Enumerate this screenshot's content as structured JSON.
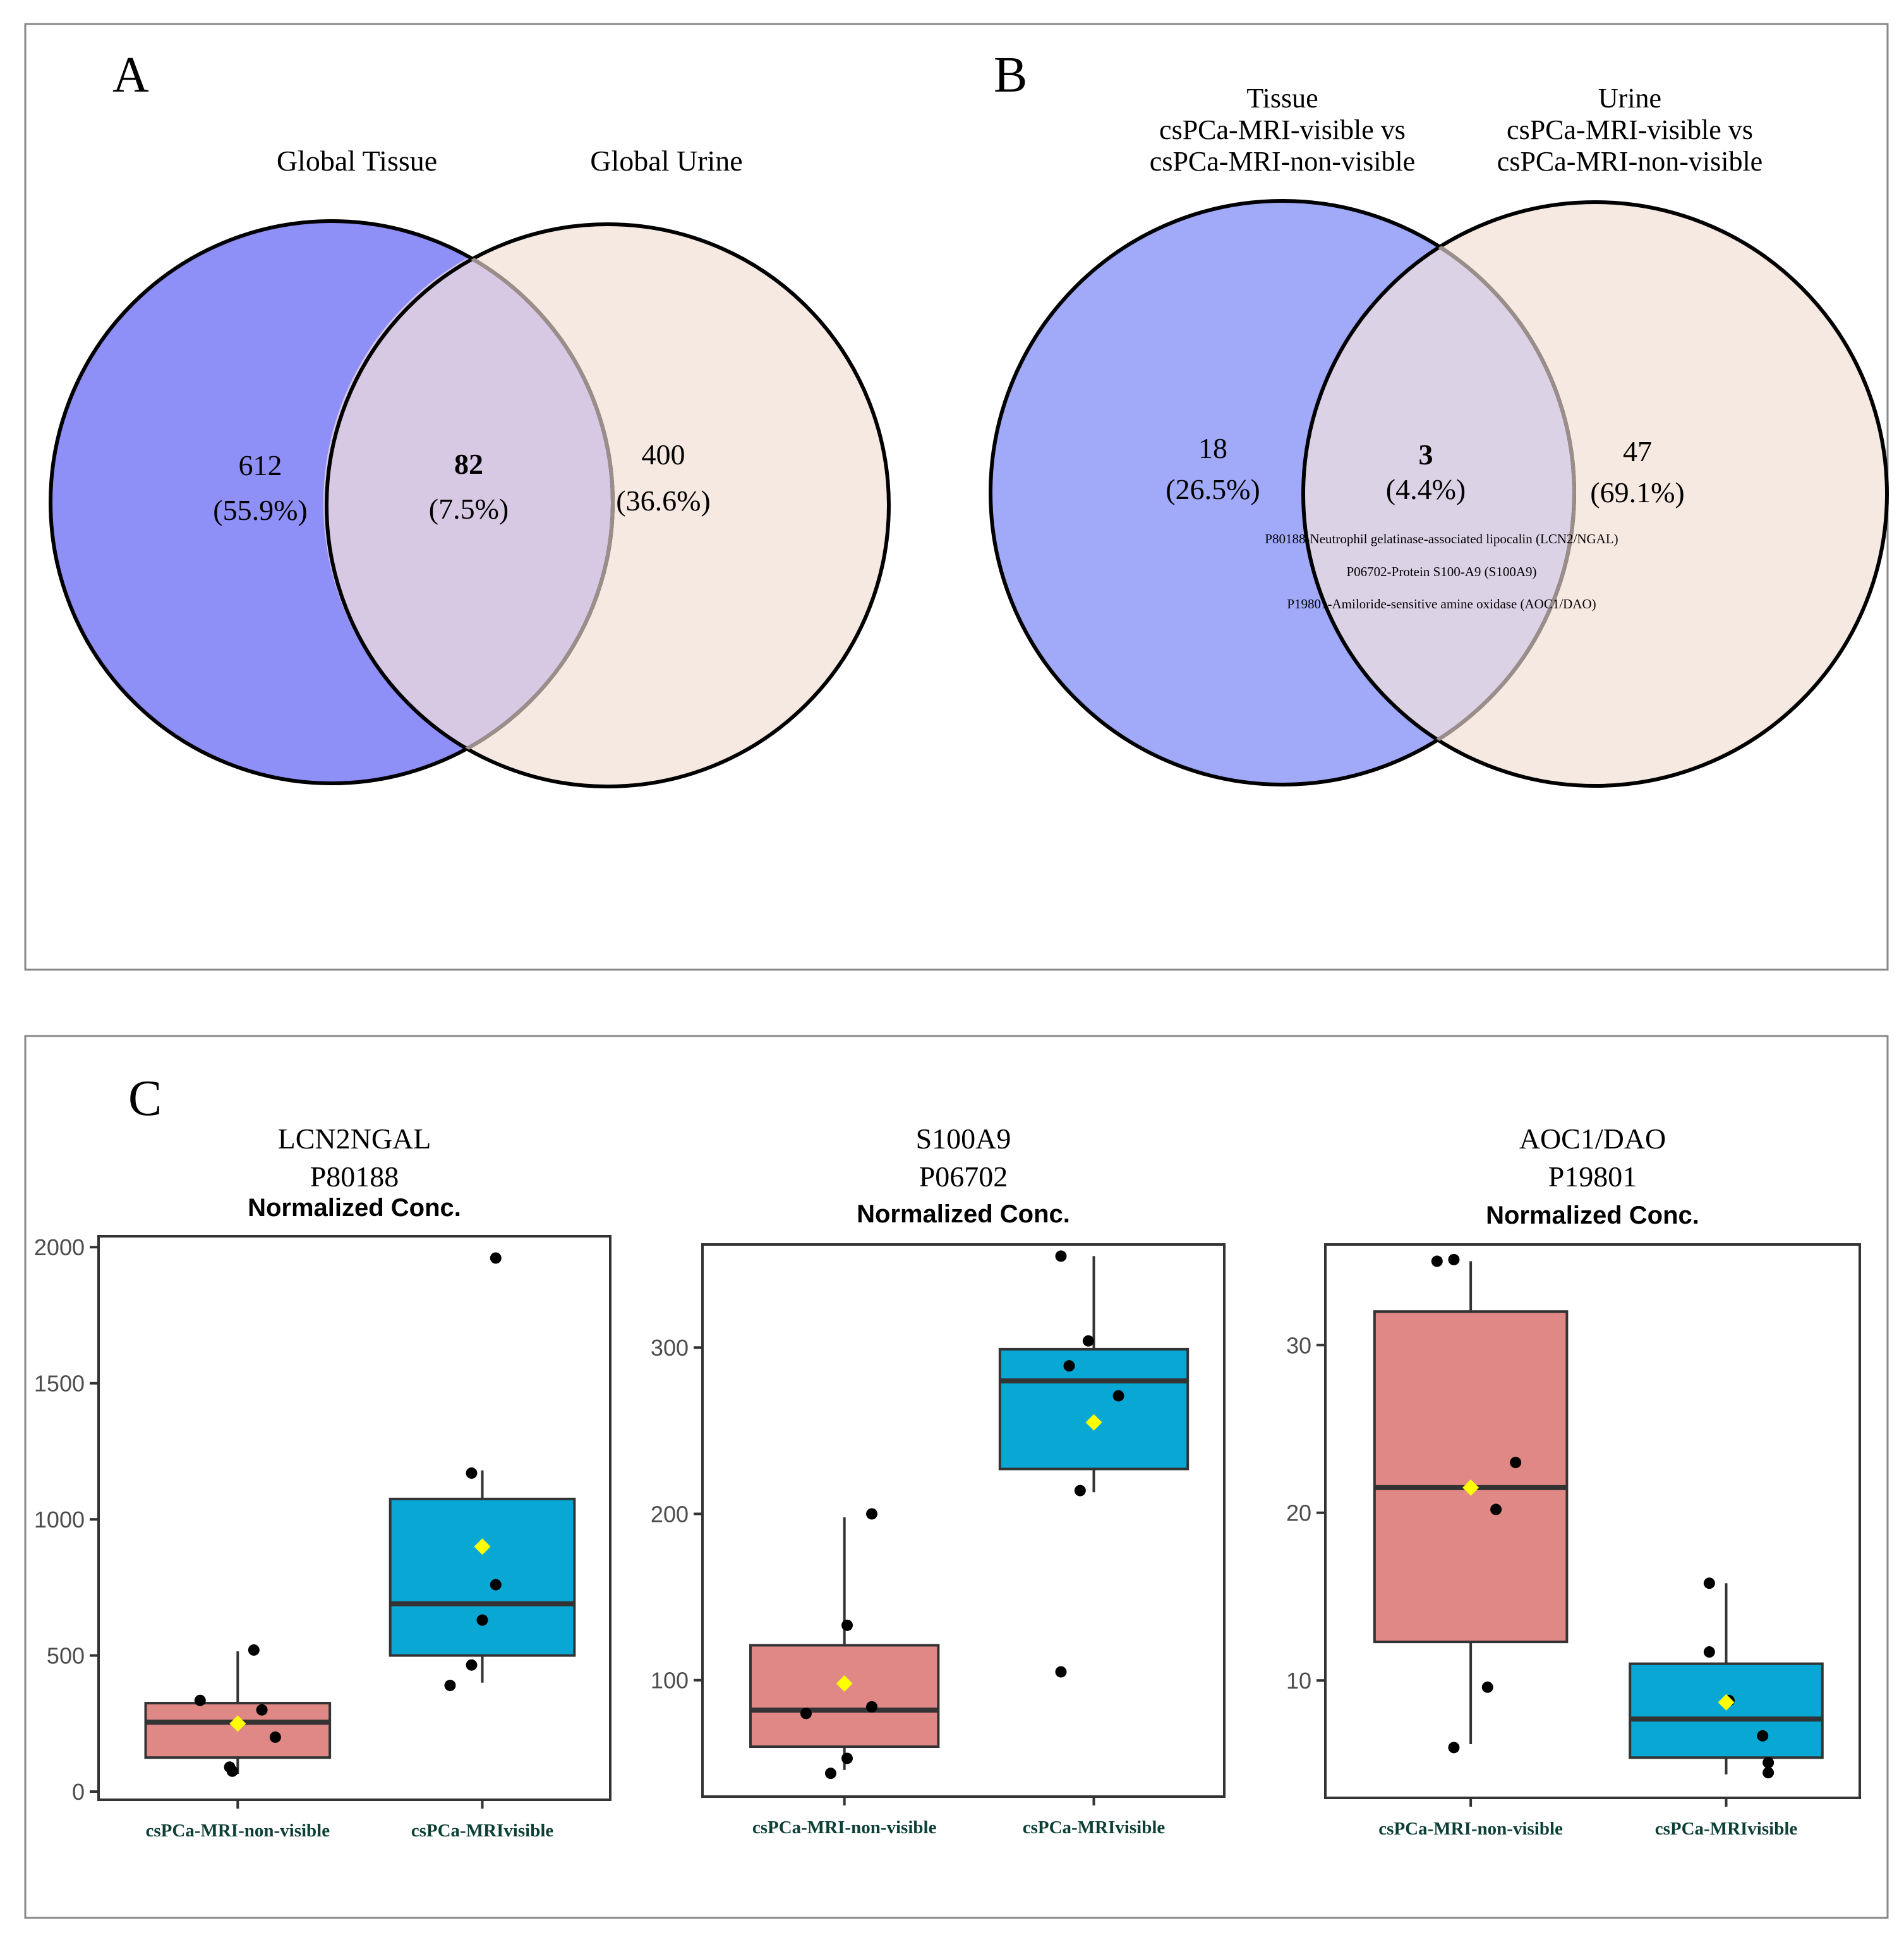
{
  "panels": {
    "a": {
      "letter": "A"
    },
    "b": {
      "letter": "B"
    },
    "c": {
      "letter": "C"
    }
  },
  "colors": {
    "set_a_fill": "#8f8ff8",
    "set_b_fill": "#a0aaf8",
    "urine_fill": "#f6e9e1",
    "overlap_fill": "#d7c9e3",
    "overlap_fill_b": "#dcd2e5",
    "non_visible_box": "#df8886",
    "visible_box": "#09a8d4",
    "mean_marker": "#ffff00",
    "axis_label_color": "#0c3f36"
  },
  "chart_data": [
    {
      "type": "venn",
      "panel": "A",
      "sets": [
        {
          "label": "Global Tissue",
          "only_count": "612",
          "only_pct": "(55.9%)"
        },
        {
          "label": "Global Urine",
          "only_count": "400",
          "only_pct": "(36.6%)"
        }
      ],
      "intersection": {
        "count": "82",
        "pct": "(7.5%)"
      }
    },
    {
      "type": "venn",
      "panel": "B",
      "sets": [
        {
          "label_lines": [
            "Tissue",
            "csPCa-MRI-visible vs",
            "csPCa-MRI-non-visible"
          ],
          "only_count": "18",
          "only_pct": "(26.5%)"
        },
        {
          "label_lines": [
            "Urine",
            "csPCa-MRI-visible vs",
            "csPCa-MRI-non-visible"
          ],
          "only_count": "47",
          "only_pct": "(69.1%)"
        }
      ],
      "intersection": {
        "count": "3",
        "pct": "(4.4%)",
        "proteins": [
          "P80188-Neutrophil gelatinase-associated lipocalin (LCN2/NGAL)",
          "P06702-Protein S100-A9 (S100A9)",
          "P19801-Amiloride-sensitive amine oxidase (AOC1/DAO)"
        ]
      }
    },
    {
      "type": "box",
      "panel": "C",
      "title": [
        "LCN2NGAL",
        "P80188"
      ],
      "subtitle": "Normalized Conc.",
      "categories": [
        "csPCa-MRI-non-visible",
        "csPCa-MRIvisible"
      ],
      "ylim": [
        -30,
        2040
      ],
      "yticks": [
        0,
        500,
        1000,
        1500,
        2000
      ],
      "groups": [
        {
          "name": "csPCa-MRI-non-visible",
          "q1": 125,
          "median": 255,
          "q3": 325,
          "whisker_low": 65,
          "whisker_high": 515,
          "mean": 250,
          "points": [
            [
              -0.7,
              335
            ],
            [
              -0.15,
              90
            ],
            [
              -0.1,
              75
            ],
            [
              0.3,
              520
            ],
            [
              0.45,
              300
            ],
            [
              0.7,
              200
            ]
          ]
        },
        {
          "name": "csPCa-MRIvisible",
          "q1": 500,
          "median": 690,
          "q3": 1075,
          "whisker_low": 400,
          "whisker_high": 1180,
          "mean": 900,
          "points": [
            [
              -0.6,
              390
            ],
            [
              -0.2,
              465
            ],
            [
              -0.2,
              1170
            ],
            [
              0.0,
              630
            ],
            [
              0.25,
              760
            ],
            [
              0.25,
              1960
            ]
          ]
        }
      ]
    },
    {
      "type": "box",
      "panel": "C",
      "title": [
        "S100A9",
        "P06702"
      ],
      "subtitle": "Normalized Conc.",
      "categories": [
        "csPCa-MRI-non-visible",
        "csPCa-MRIvisible"
      ],
      "ylim": [
        30,
        362
      ],
      "yticks": [
        100,
        200,
        300
      ],
      "groups": [
        {
          "name": "csPCa-MRI-non-visible",
          "q1": 60,
          "median": 82,
          "q3": 121,
          "whisker_low": 46,
          "whisker_high": 198,
          "mean": 98,
          "points": [
            [
              -0.7,
              80
            ],
            [
              -0.25,
              44
            ],
            [
              0.05,
              133
            ],
            [
              0.05,
              53
            ],
            [
              0.5,
              200
            ],
            [
              0.5,
              84
            ]
          ]
        },
        {
          "name": "csPCa-MRIvisible",
          "q1": 227,
          "median": 280,
          "q3": 299,
          "whisker_low": 213,
          "whisker_high": 355,
          "mean": 255,
          "points": [
            [
              -0.6,
              355
            ],
            [
              -0.6,
              105
            ],
            [
              -0.45,
              289
            ],
            [
              -0.25,
              214
            ],
            [
              -0.1,
              304
            ],
            [
              0.45,
              271
            ]
          ]
        }
      ]
    },
    {
      "type": "box",
      "panel": "C",
      "title": [
        "AOC1/DAO",
        "P19801"
      ],
      "subtitle": "Normalized Conc.",
      "categories": [
        "csPCa-MRI-non-visible",
        "csPCa-MRIvisible"
      ],
      "ylim": [
        3,
        36
      ],
      "yticks": [
        10,
        20,
        30
      ],
      "groups": [
        {
          "name": "csPCa-MRI-non-visible",
          "q1": 12.3,
          "median": 21.5,
          "q3": 32,
          "whisker_low": 6.2,
          "whisker_high": 35,
          "mean": 21.5,
          "points": [
            [
              -0.6,
              35
            ],
            [
              -0.3,
              6
            ],
            [
              -0.3,
              35.1
            ],
            [
              0.3,
              9.6
            ],
            [
              0.45,
              20.2
            ],
            [
              0.8,
              23
            ]
          ]
        },
        {
          "name": "csPCa-MRIvisible",
          "q1": 5.4,
          "median": 7.7,
          "q3": 11,
          "whisker_low": 4.4,
          "whisker_high": 15.8,
          "mean": 8.7,
          "points": [
            [
              -0.3,
              15.8
            ],
            [
              -0.3,
              11.7
            ],
            [
              0.05,
              8.8
            ],
            [
              0.65,
              6.7
            ],
            [
              0.75,
              5.1
            ],
            [
              0.75,
              4.5
            ]
          ]
        }
      ]
    }
  ]
}
